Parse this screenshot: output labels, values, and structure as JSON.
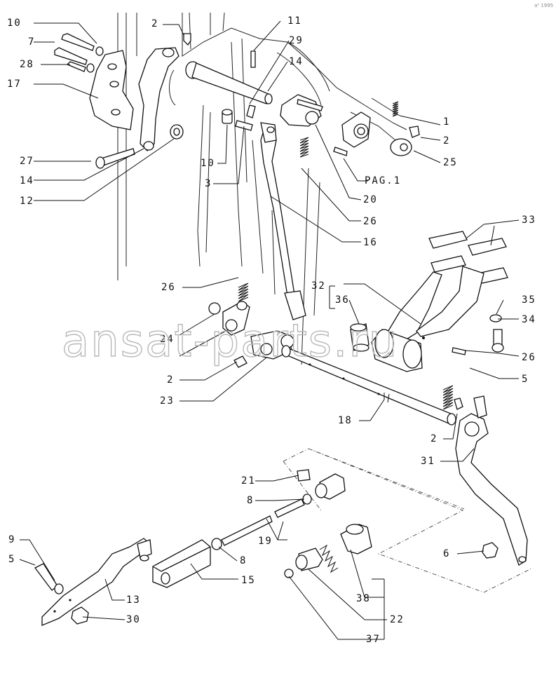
{
  "watermark": "ansat-parts.ru",
  "corner_mark": "a⁰ 1995",
  "callouts": [
    "10",
    "7",
    "28",
    "17",
    "2",
    "11",
    "29",
    "14",
    "1",
    "2",
    "25",
    "27",
    "14",
    "12",
    "10",
    "3",
    "PAG.1",
    "20",
    "26",
    "16",
    "33",
    "32",
    "36",
    "35",
    "34",
    "26",
    "5",
    "24",
    "2",
    "23",
    "26",
    "18",
    "2",
    "31",
    "21",
    "8",
    "19",
    "8",
    "15",
    "9",
    "5",
    "13",
    "30",
    "38",
    "22",
    "37",
    "6"
  ]
}
